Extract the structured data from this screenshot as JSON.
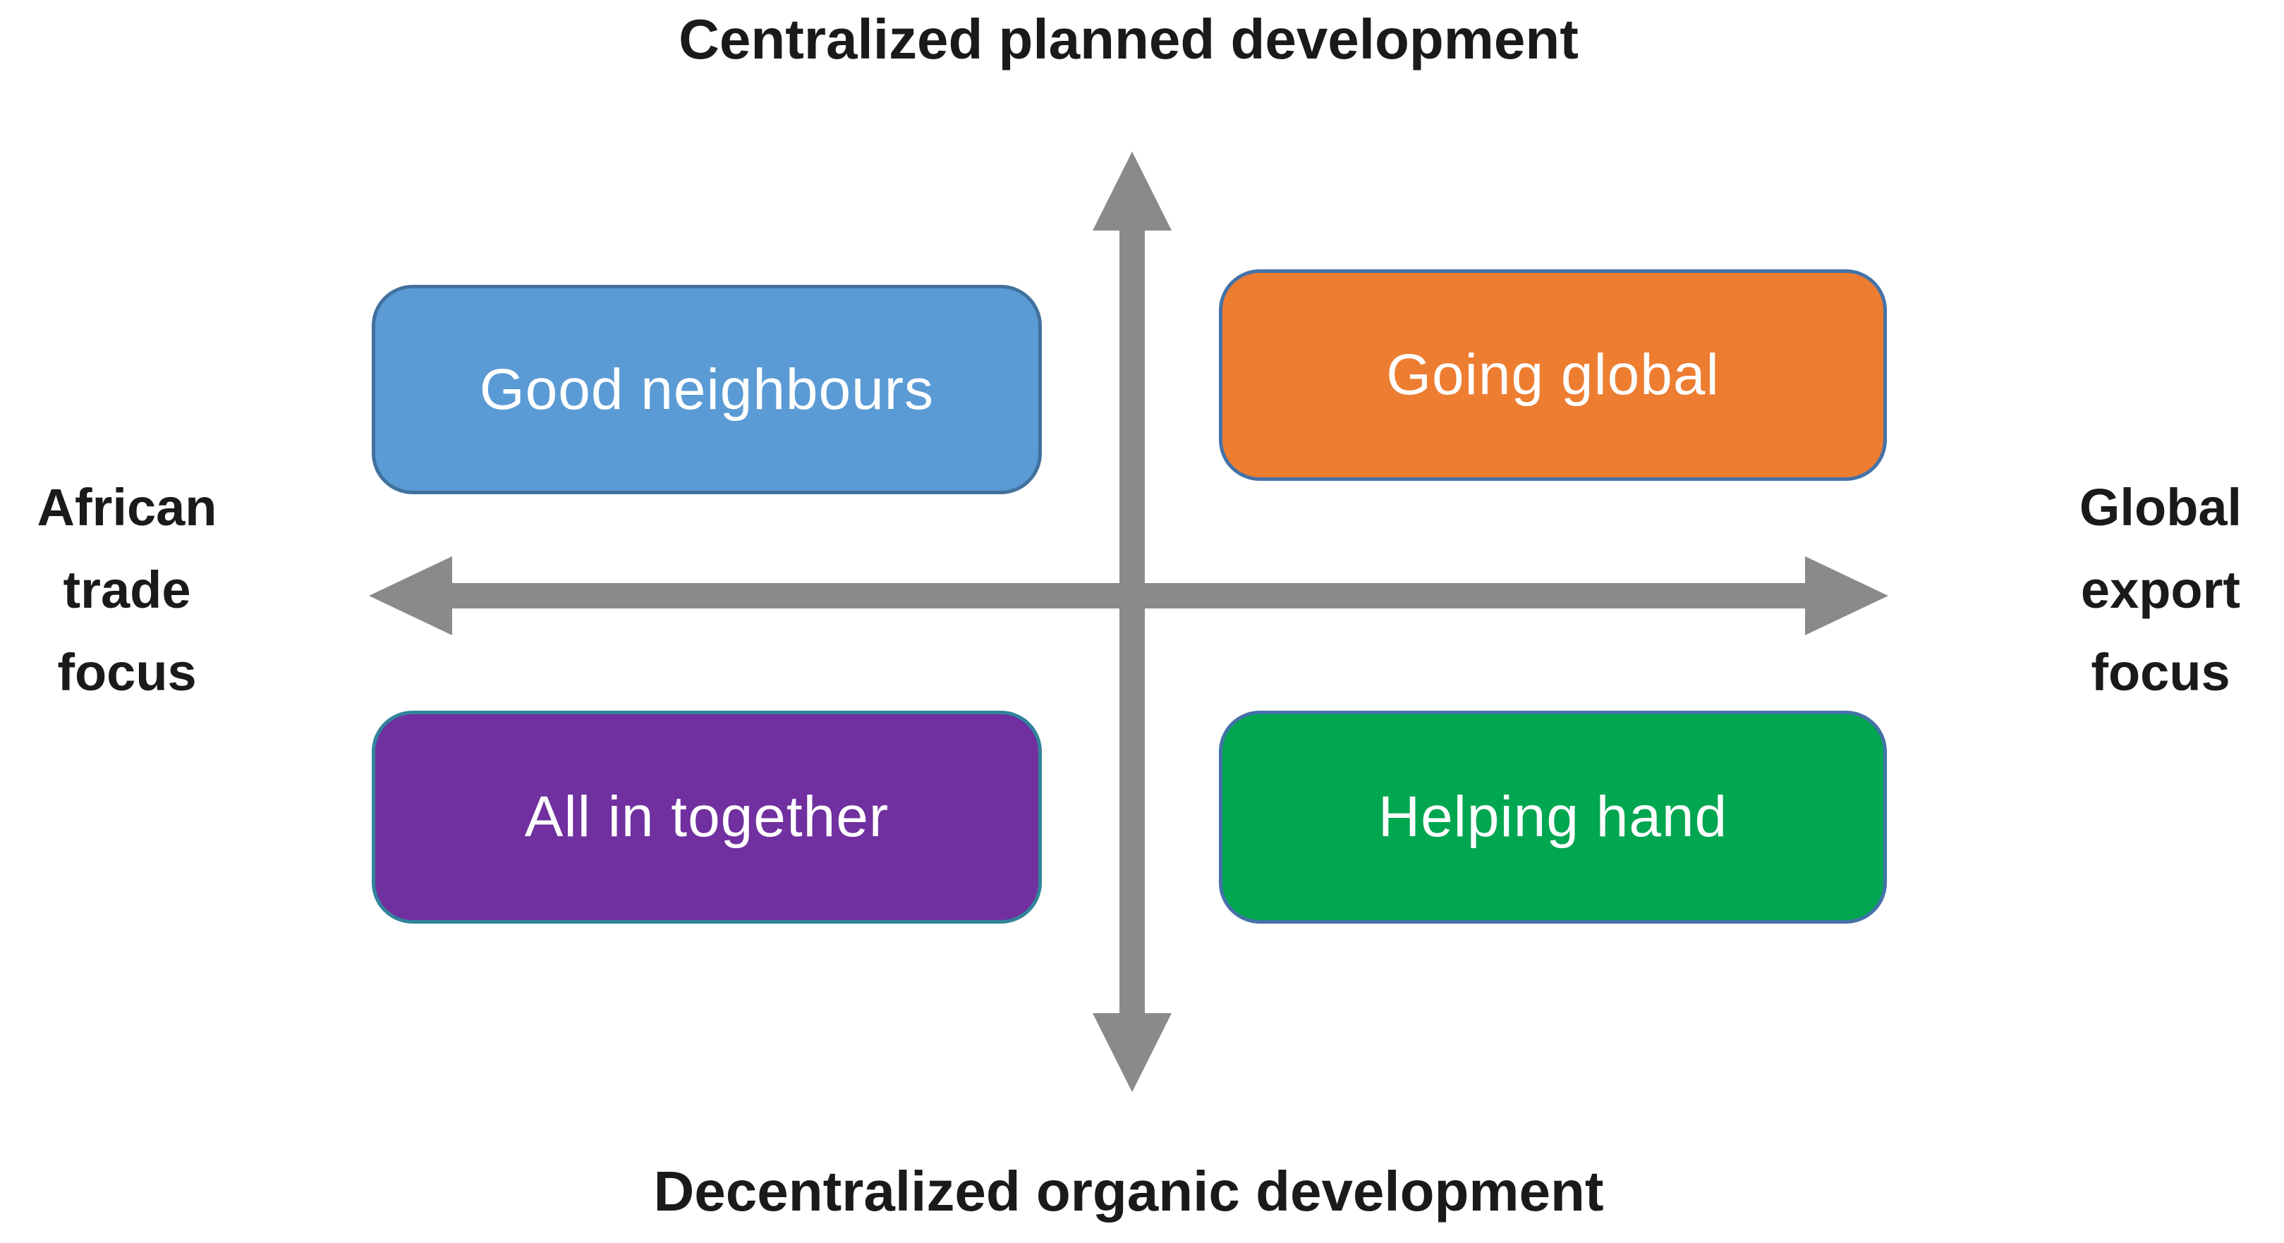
{
  "diagram": {
    "top_axis_label": "Centralized planned development",
    "bottom_axis_label": "Decentralized organic development",
    "left_axis_label": "African\ntrade\nfocus",
    "right_axis_label": "Global\nexport\nfocus",
    "axis_color": "#8A8A8A",
    "pole_label_color": "#1A1A1A",
    "quadrant_text_color": "#FFFFFF",
    "quadrants": [
      {
        "position": "top-left",
        "label": "Good neighbours",
        "fill": "#5B9BD5",
        "border": "#41719C"
      },
      {
        "position": "top-right",
        "label": "Going global",
        "fill": "#ED7D31",
        "border": "#4472A8"
      },
      {
        "position": "bottom-left",
        "label": "All in together",
        "fill": "#7030A0",
        "border": "#31849B"
      },
      {
        "position": "bottom-right",
        "label": "Helping hand",
        "fill": "#00A650",
        "border": "#4472A8"
      }
    ]
  }
}
